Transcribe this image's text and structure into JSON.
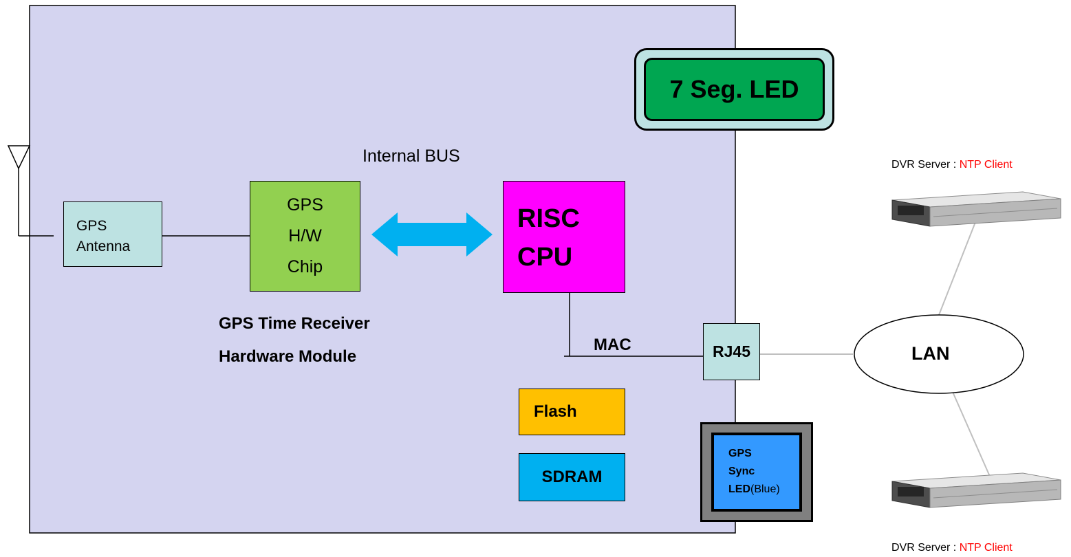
{
  "labels": {
    "internal_bus": "Internal BUS",
    "module_line1": "GPS Time Receiver",
    "module_line2": "Hardware Module",
    "mac": "MAC"
  },
  "blocks": {
    "seven_seg_led": "7 Seg. LED",
    "gps_antenna": [
      "GPS",
      "Antenna"
    ],
    "gps_chip": [
      "GPS",
      "H/W",
      "Chip"
    ],
    "risc_cpu": [
      "RISC",
      "CPU"
    ],
    "rj45": "RJ45",
    "lan": "LAN",
    "flash": "Flash",
    "sdram": "SDRAM",
    "sync_led": {
      "line1": "GPS",
      "line2": "Sync",
      "line3_bold": "LED",
      "line3_rest": "(Blue)"
    }
  },
  "servers": {
    "top": {
      "prefix": "DVR Server : ",
      "role": "NTP Client"
    },
    "bottom": {
      "prefix": "DVR Server : ",
      "role": "NTP Client"
    }
  },
  "colors": {
    "board": "#d4d4f0",
    "antenna_box": "#bde2e2",
    "chip": "#92d050",
    "cpu": "#ff00ff",
    "bus_arrow": "#00b0f0",
    "led_display_outer": "#bde2e2",
    "led_display_inner": "#00a651",
    "flash": "#ffc000",
    "sdram": "#00b0f0",
    "sync_led_frame": "#808080",
    "sync_led_inner": "#3399ff",
    "ntp_client": "#ff0000"
  }
}
